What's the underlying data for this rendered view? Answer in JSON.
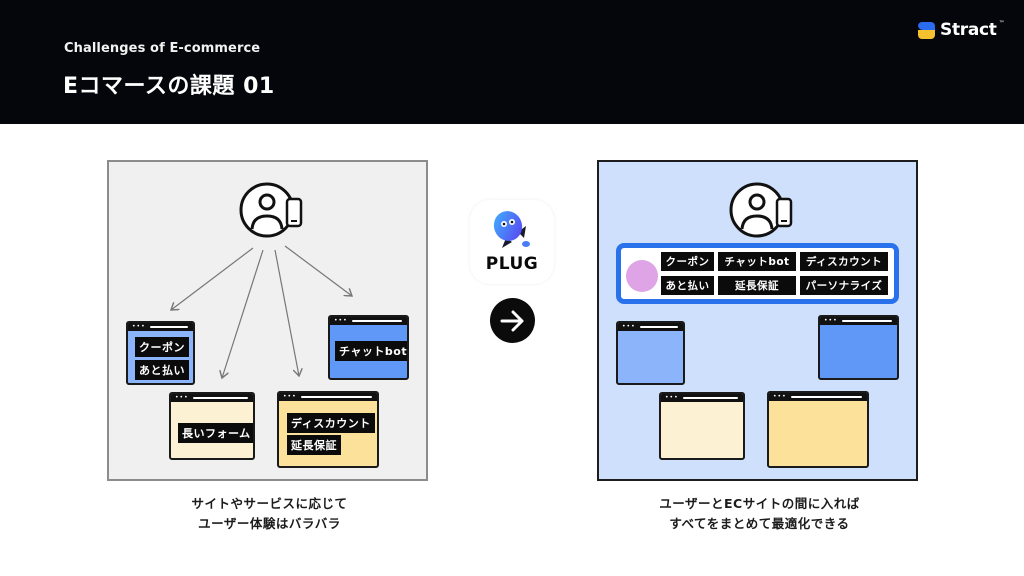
{
  "header": {
    "subtitle": "Challenges of E-commerce",
    "title": "Eコマースの課題 01",
    "brand": {
      "name": "Stract",
      "tm": "™",
      "logo_colors": [
        "#2a6bef",
        "#f6c12e"
      ]
    }
  },
  "left_panel": {
    "icon": "user-with-phone-icon",
    "windows": [
      {
        "color": "#8cb4fb",
        "tags": [
          "クーポン",
          "あと払い"
        ]
      },
      {
        "color": "#fdf1d3",
        "tags": [
          "長いフォーム"
        ]
      },
      {
        "color": "#fce19a",
        "tags": [
          "ディスカウント",
          "延長保証"
        ]
      },
      {
        "color": "#5f98f7",
        "tags": [
          "チャットbot"
        ]
      }
    ],
    "caption": [
      "サイトやサービスに応じて",
      "ユーザー体験はバラバラ"
    ]
  },
  "middle": {
    "plug_label": "PLUG",
    "arrow_icon": "arrow-right-icon"
  },
  "right_panel": {
    "icon": "user-with-phone-icon",
    "hub_tags": [
      [
        "クーポン",
        "チャットbot",
        "ディスカウント"
      ],
      [
        "あと払い",
        "延長保証",
        "パーソナライズ"
      ]
    ],
    "hub_color": "#2a72ec",
    "caption": [
      "ユーザーとECサイトの間に入れば",
      "すべてをまとめて最適化できる"
    ]
  }
}
